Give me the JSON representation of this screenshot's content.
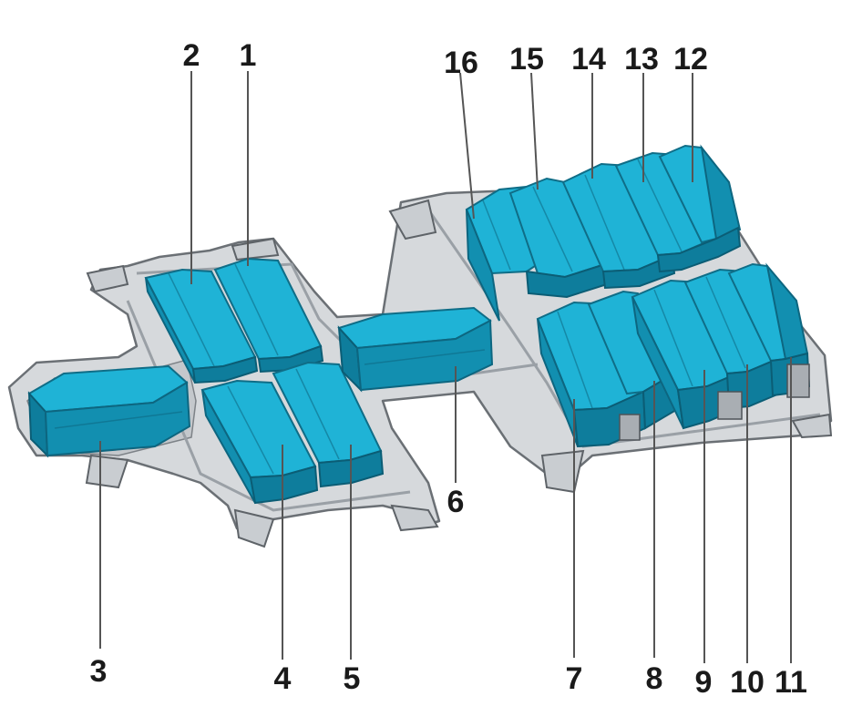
{
  "callouts": [
    {
      "id": "1",
      "label": "1"
    },
    {
      "id": "2",
      "label": "2"
    },
    {
      "id": "3",
      "label": "3"
    },
    {
      "id": "4",
      "label": "4"
    },
    {
      "id": "5",
      "label": "5"
    },
    {
      "id": "6",
      "label": "6"
    },
    {
      "id": "7",
      "label": "7"
    },
    {
      "id": "8",
      "label": "8"
    },
    {
      "id": "9",
      "label": "9"
    },
    {
      "id": "10",
      "label": "10"
    },
    {
      "id": "11",
      "label": "11"
    },
    {
      "id": "12",
      "label": "12"
    },
    {
      "id": "13",
      "label": "13"
    },
    {
      "id": "14",
      "label": "14"
    },
    {
      "id": "15",
      "label": "15"
    },
    {
      "id": "16",
      "label": "16"
    }
  ],
  "colors": {
    "module": "#1fb3d6",
    "tray": "#d6d9dc",
    "outline": "#555555"
  }
}
